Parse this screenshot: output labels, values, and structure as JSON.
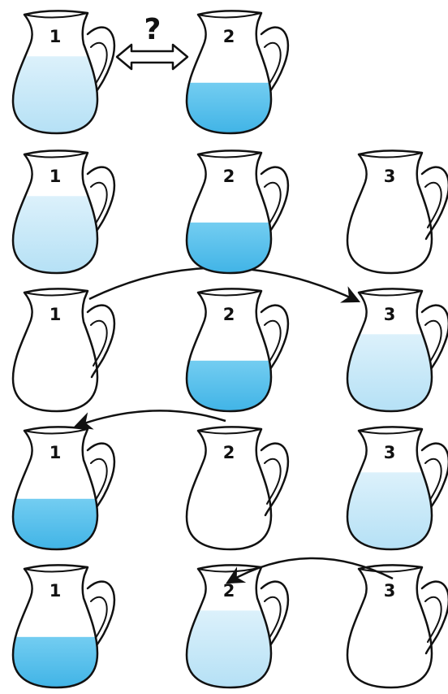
{
  "question_mark": "?",
  "colors": {
    "light_water": "#c9e8f7",
    "dark_water": "#5cc3ec",
    "outline": "#111111",
    "background": "#ffffff"
  },
  "rows": [
    {
      "jars": [
        {
          "label": "1",
          "water": "light",
          "fill_level": 0.64
        },
        {
          "label": "2",
          "water": "dark",
          "fill_level": 0.42
        }
      ],
      "arrow": {
        "type": "swap",
        "between": [
          "1",
          "2"
        ]
      }
    },
    {
      "jars": [
        {
          "label": "1",
          "water": "light",
          "fill_level": 0.64
        },
        {
          "label": "2",
          "water": "dark",
          "fill_level": 0.42
        },
        {
          "label": "3",
          "water": "none",
          "fill_level": 0
        }
      ]
    },
    {
      "jars": [
        {
          "label": "1",
          "water": "none",
          "fill_level": 0
        },
        {
          "label": "2",
          "water": "dark",
          "fill_level": 0.42
        },
        {
          "label": "3",
          "water": "light",
          "fill_level": 0.64
        }
      ],
      "arrow": {
        "type": "pour",
        "from": "1",
        "to": "3"
      }
    },
    {
      "jars": [
        {
          "label": "1",
          "water": "dark",
          "fill_level": 0.42
        },
        {
          "label": "2",
          "water": "none",
          "fill_level": 0
        },
        {
          "label": "3",
          "water": "light",
          "fill_level": 0.64
        }
      ],
      "arrow": {
        "type": "pour",
        "from": "2",
        "to": "1"
      }
    },
    {
      "jars": [
        {
          "label": "1",
          "water": "dark",
          "fill_level": 0.42
        },
        {
          "label": "2",
          "water": "light",
          "fill_level": 0.64
        },
        {
          "label": "3",
          "water": "none",
          "fill_level": 0
        }
      ],
      "arrow": {
        "type": "pour",
        "from": "3",
        "to": "2"
      }
    }
  ]
}
